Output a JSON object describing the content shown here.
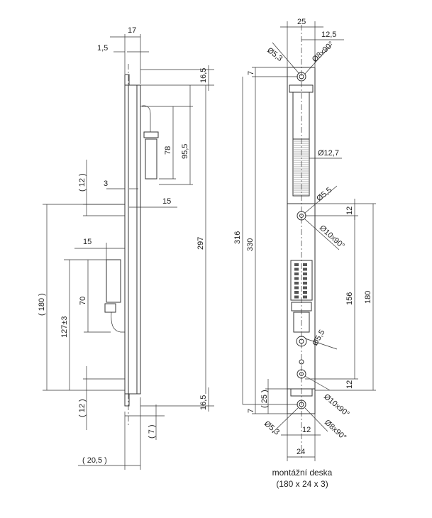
{
  "labels": {
    "d17": "17",
    "d1_5": "1,5",
    "d16_5_top": "16,5",
    "d95_5": "95,5",
    "d78": "78",
    "d12_paren_top": "( 12 )",
    "d3": "3",
    "d15_a": "15",
    "d297": "297",
    "d180_paren": "( 180 )",
    "d15_b": "15",
    "d70": "70",
    "d127": "127±3",
    "d12_paren_bot": "( 12 )",
    "d16_5_bot": "16,5",
    "d7_paren": "( 7 )",
    "d20_5": "( 20,5 )",
    "d25": "25",
    "d12_5": "12,5",
    "d5_3_top": "Ø5,3",
    "d8x90_top": "Ø8x90°",
    "d7_top": "7",
    "d330": "330",
    "d316": "316",
    "d12_7": "Ø12,7",
    "d5_5_top": "Ø5,5",
    "d12_top": "12",
    "d10x90_top": "Ø10x90°",
    "d156": "156",
    "d180": "180",
    "d5_5_bot": "Ø5,5",
    "d12_bot": "12",
    "d25_paren": "( 25 )",
    "d10x90_bot": "Ø10x90°",
    "d7_bot": "7",
    "d5_3_bot": "Ø5,3",
    "d12_bottom": "12",
    "d8x90_bot": "Ø8x90°",
    "d24": "24"
  },
  "caption": {
    "line1": "montážní deska",
    "line2": "(180 x 24 x 3)"
  }
}
